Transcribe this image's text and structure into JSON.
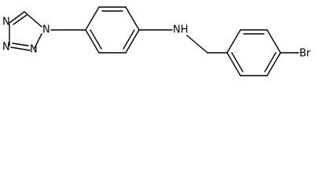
{
  "molecule": {
    "atoms": {
      "tetrazole_n1": "N",
      "tetrazole_n2": "N",
      "tetrazole_n3": "N",
      "tetrazole_n4": "N",
      "amine": "NH",
      "bromine": "Br"
    }
  }
}
